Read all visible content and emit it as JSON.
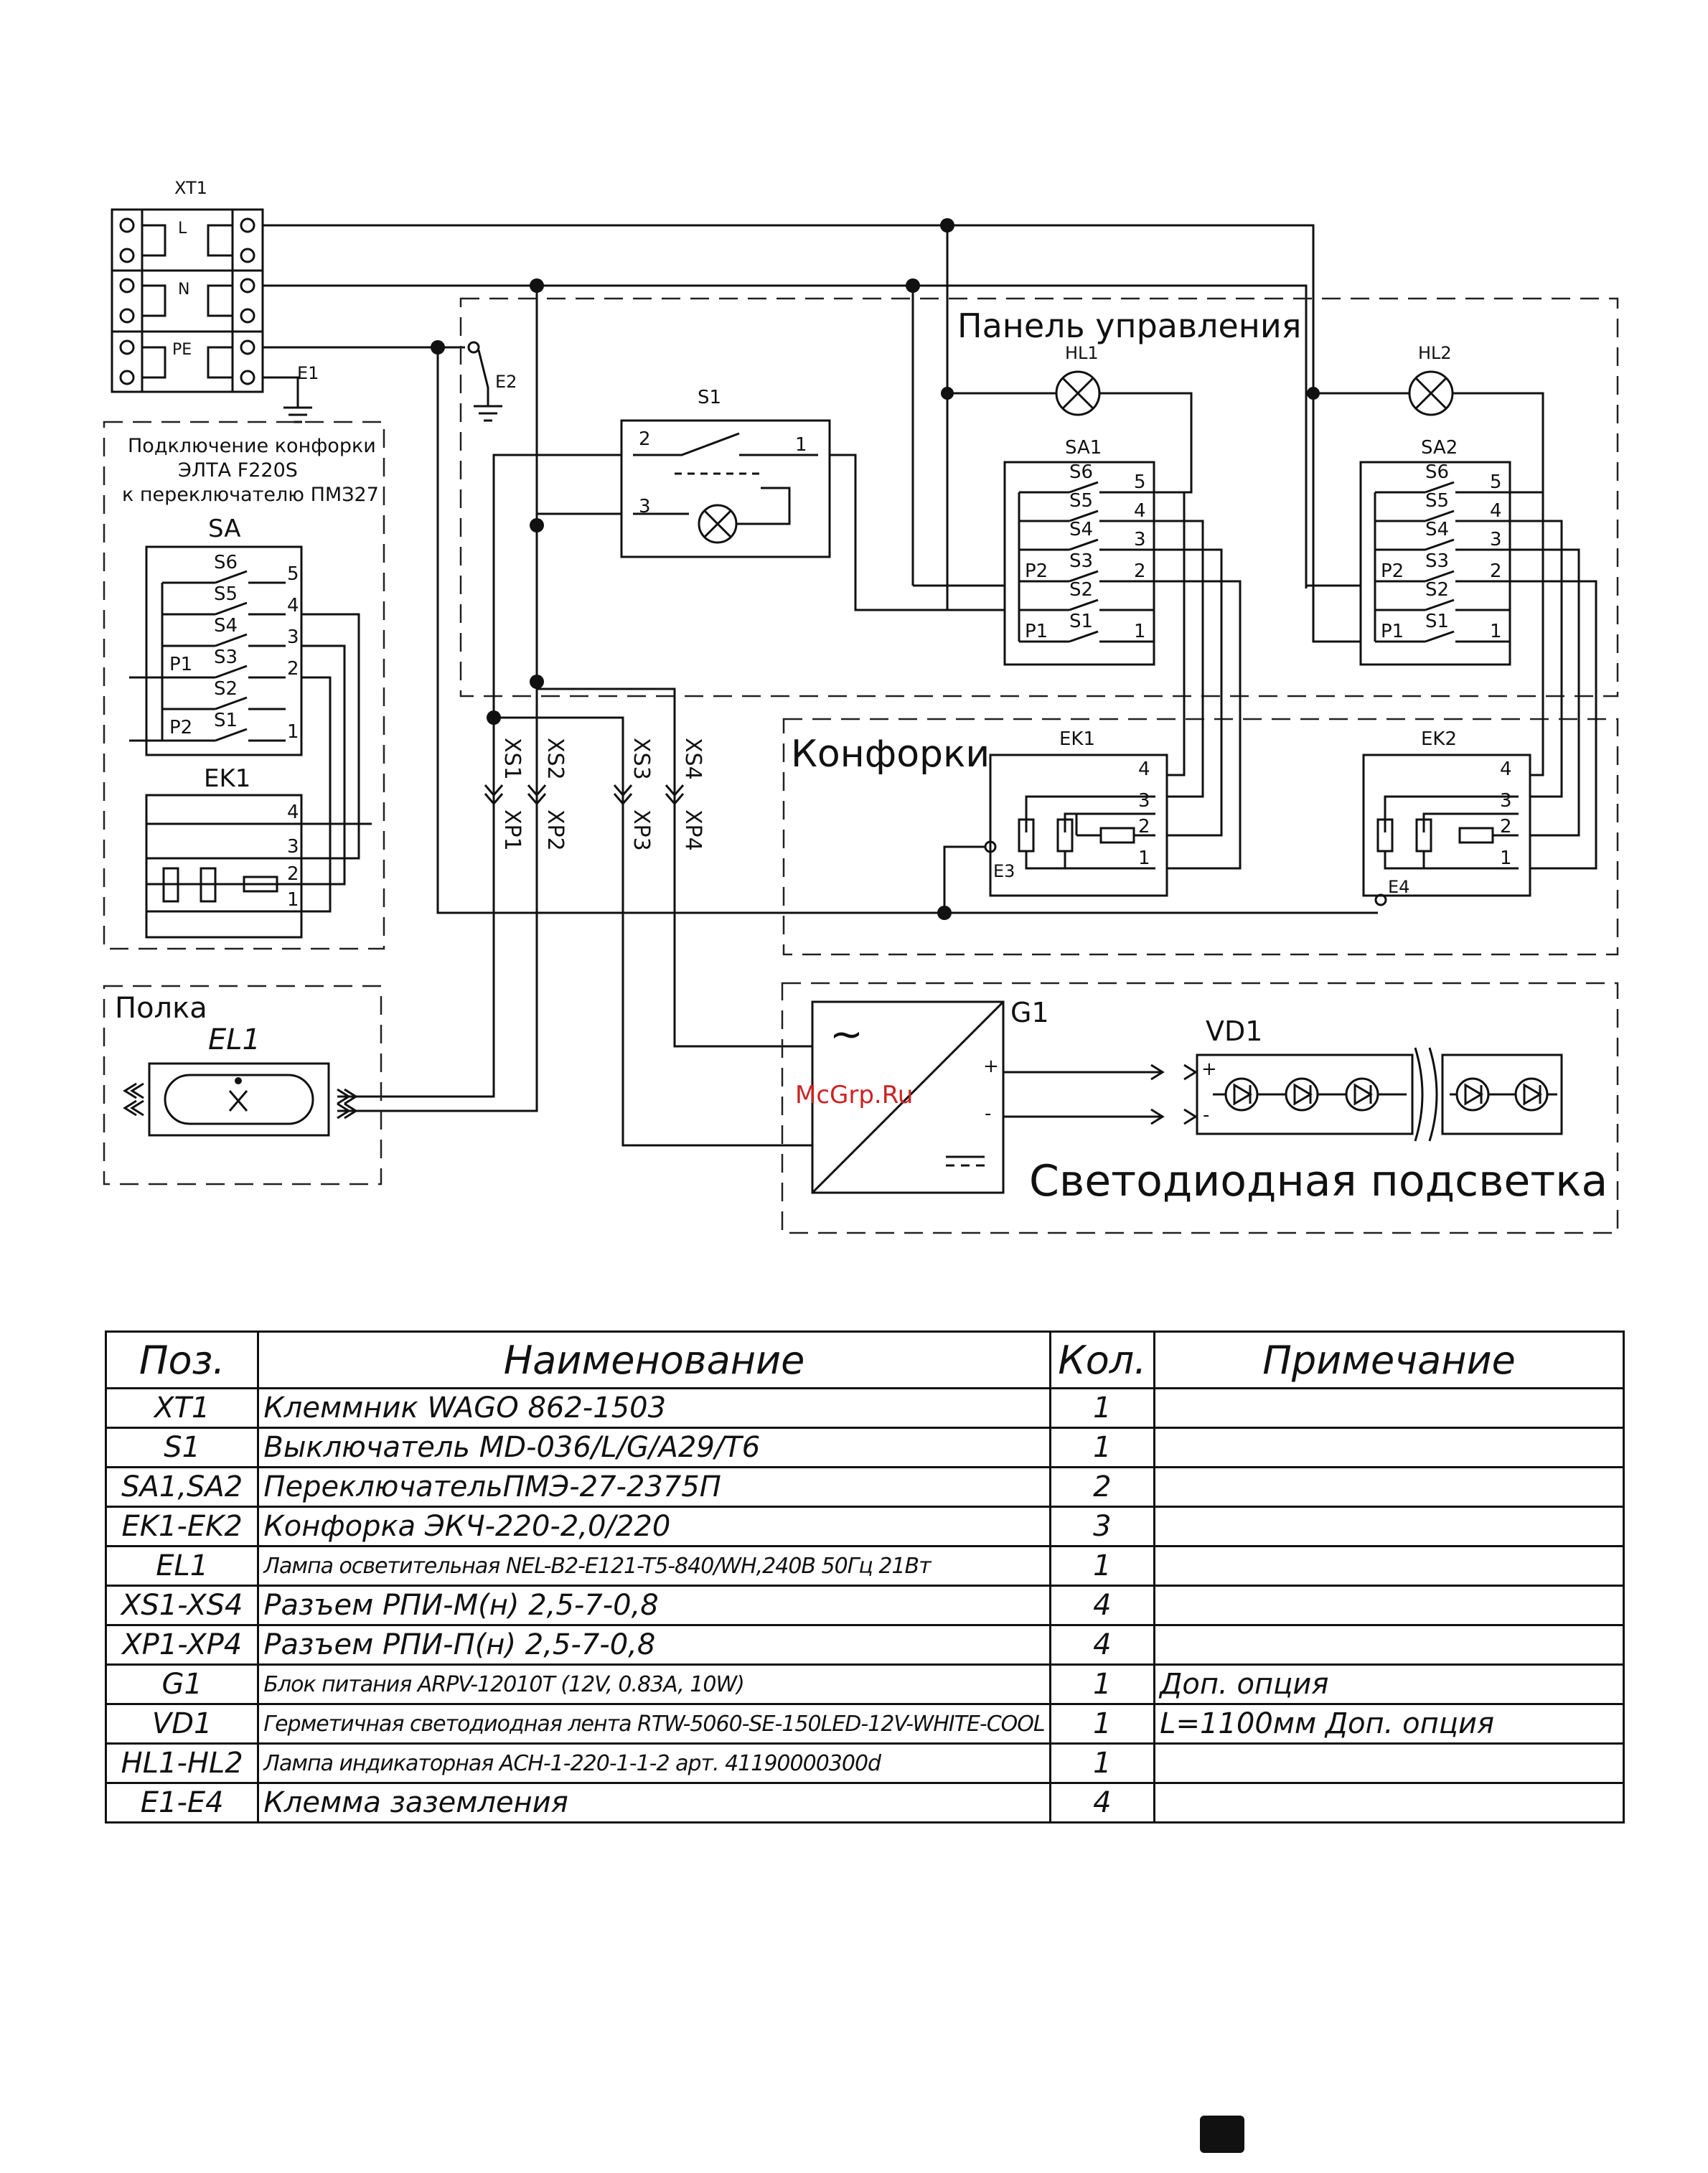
{
  "diagram": {
    "terminal_block": {
      "ref": "XT1",
      "rows": [
        "L",
        "N",
        "PE"
      ]
    },
    "ground_labels": [
      "E1",
      "E2",
      "E3",
      "E4"
    ],
    "legacy_note": {
      "line1": "Подключение конфорки",
      "line2": "ЭЛТА F220S",
      "line3": "к переключателю ПМЗ27",
      "switch_ref": "SA",
      "heater_ref": "EK1"
    },
    "panel_title": "Панель управления",
    "burners_title": "Конфорки",
    "led_title": "Светодиодная подсветка",
    "shelf_title": "Полка",
    "switch_s1": {
      "ref": "S1",
      "pins": [
        "2",
        "1",
        "3"
      ]
    },
    "lamps": [
      "HL1",
      "HL2"
    ],
    "switches": [
      "SA1",
      "SA2"
    ],
    "switch_contacts": [
      "S6",
      "S5",
      "S4",
      "S3",
      "S2",
      "S1"
    ],
    "relay_labels": [
      "P1",
      "P2"
    ],
    "switch_pins": [
      "5",
      "4",
      "3",
      "2",
      "1"
    ],
    "heaters": [
      "EK1",
      "EK2"
    ],
    "heater_pins": [
      "4",
      "3",
      "2",
      "1"
    ],
    "connectors_xs": [
      "XS1",
      "XS2",
      "XS3",
      "XS4"
    ],
    "connectors_xp": [
      "XP1",
      "XP2",
      "XP3",
      "XP4"
    ],
    "lamp_el": "EL1",
    "psu": {
      "ref": "G1",
      "ac_symbol": "~",
      "plus": "+",
      "minus": "-"
    },
    "led_strip": "VD1"
  },
  "watermark": "McGrp.Ru",
  "spec_table": {
    "headers": [
      "Поз.",
      "Наименование",
      "Кол.",
      "Примечание"
    ],
    "rows": [
      {
        "pos": "XT1",
        "name": "Клеммник WAGO 862-1503",
        "qty": "1",
        "note": ""
      },
      {
        "pos": "S1",
        "name": "Выключатель MD-036/L/G/A29/T6",
        "qty": "1",
        "note": ""
      },
      {
        "pos": "SA1,SA2",
        "name": "ПереключательПМЭ-27-2375П",
        "qty": "2",
        "note": ""
      },
      {
        "pos": "EK1-EK2",
        "name": "Конфорка ЭКЧ-220-2,0/220",
        "qty": "3",
        "note": ""
      },
      {
        "pos": "EL1",
        "name": "Лампа осветительная NEL-B2-E121-T5-840/WH,240В 50Гц 21Вт",
        "qty": "1",
        "note": ""
      },
      {
        "pos": "XS1-XS4",
        "name": "Разъем РПИ-М(н) 2,5-7-0,8",
        "qty": "4",
        "note": ""
      },
      {
        "pos": "XP1-XP4",
        "name": "Разъем РПИ-П(н) 2,5-7-0,8",
        "qty": "4",
        "note": ""
      },
      {
        "pos": "G1",
        "name": "Блок питания ARPV-12010T (12V, 0.83A, 10W)",
        "qty": "1",
        "note": "Доп. опция"
      },
      {
        "pos": "VD1",
        "name": "Герметичная светодиодная лента RTW-5060-SE-150LED-12V-WHITE-COOL",
        "qty": "1",
        "note": "L=1100мм Доп. опция"
      },
      {
        "pos": "HL1-HL2",
        "name": "Лампа индикаторная ACH-1-220-1-1-2 арт. 41190000300d",
        "qty": "1",
        "note": ""
      },
      {
        "pos": "E1-E4",
        "name": "Клемма заземления",
        "qty": "4",
        "note": ""
      }
    ]
  }
}
